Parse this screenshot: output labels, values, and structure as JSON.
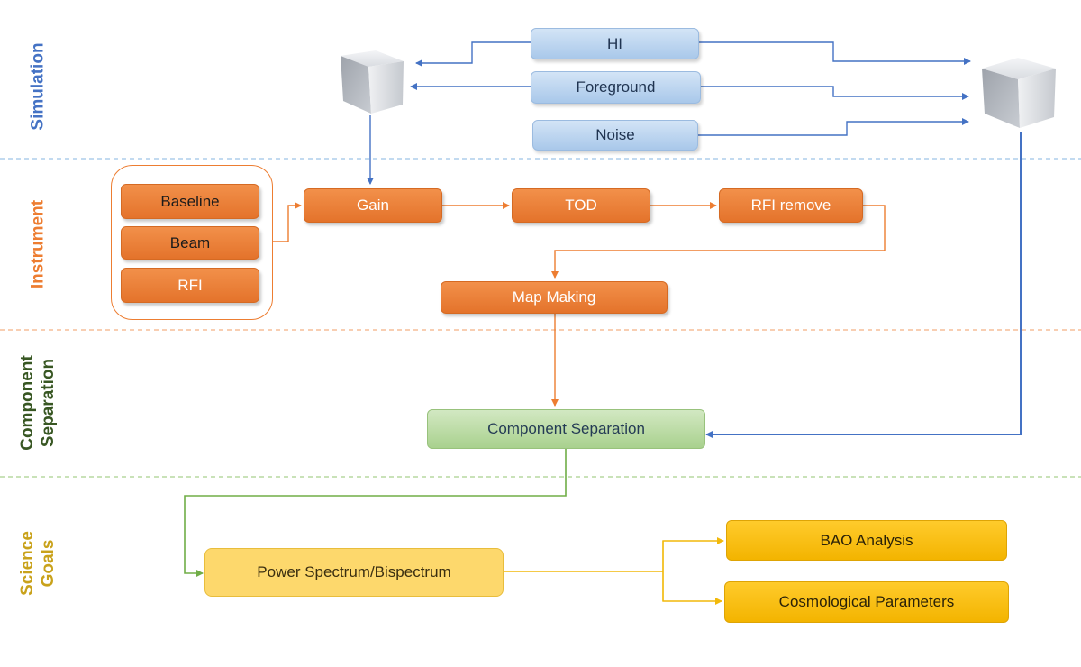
{
  "sections": {
    "simulation": "Simulation",
    "instrument": "Instrument",
    "component_separation": [
      "Component",
      "Separation"
    ],
    "science_goals": [
      "Science",
      "Goals"
    ]
  },
  "simulation_inputs": {
    "hi": "HI",
    "foreground": "Foreground",
    "noise": "Noise"
  },
  "instrument": {
    "baseline": "Baseline",
    "beam": "Beam",
    "rfi": "RFI",
    "gain": "Gain",
    "tod": "TOD",
    "rfi_remove": "RFI remove",
    "map_making": "Map Making"
  },
  "component_separation_box": "Component Separation",
  "science": {
    "power_spectrum": "Power Spectrum/Bispectrum",
    "bao": "BAO Analysis",
    "cosmo": "Cosmological Parameters"
  },
  "colors": {
    "simulation": "#4472c4",
    "instrument": "#ed7d31",
    "component": "#548235",
    "science": "#d4a017",
    "divider_blue": "#9dc3e6",
    "divider_orange": "#f4b183",
    "divider_green": "#a9d18e"
  }
}
